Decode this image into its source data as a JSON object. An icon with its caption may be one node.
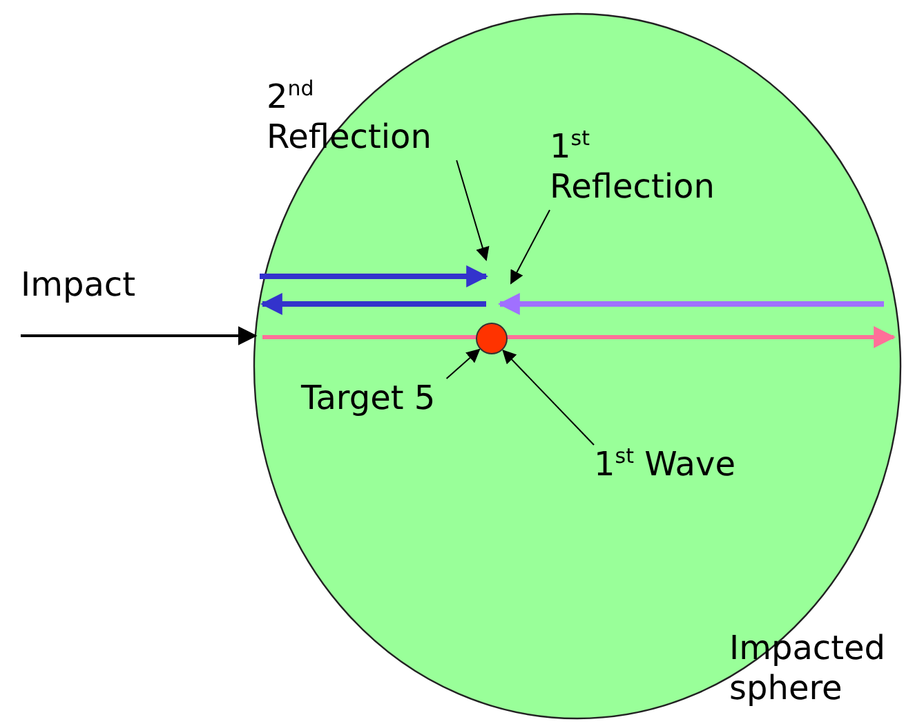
{
  "diagram": {
    "nodes": [
      {
        "text": [
          "Impacted sphere"
        ]
      },
      {
        "text": [
          "Impact"
        ]
      },
      {
        "text": [
          "2$^{nd}$ Reflection"
        ]
      },
      {
        "text": [
          "1$^{st}$ Reflection"
        ],
        "in": 0
      },
      {
        "text": [
          "Target 5"
        ],
        "in": 0
      },
      {
        "text": [],
        "shape": "circle",
        "in": 0
      },
      {
        "text": [
          "1$^{st}$ Wave"
        ],
        "in": 0
      }
    ],
    "edges": [
      {
        "from": 1,
        "to": 0,
        "arrow": "to"
      },
      {
        "from": 2,
        "to": null,
        "arrow": "to"
      },
      {
        "from": 3,
        "to": null,
        "arrow": "to"
      },
      {
        "from": 4,
        "to": 5,
        "arrow": "to"
      },
      {
        "from": 6,
        "to": 5,
        "arrow": "to"
      }
    ]
  }
}
